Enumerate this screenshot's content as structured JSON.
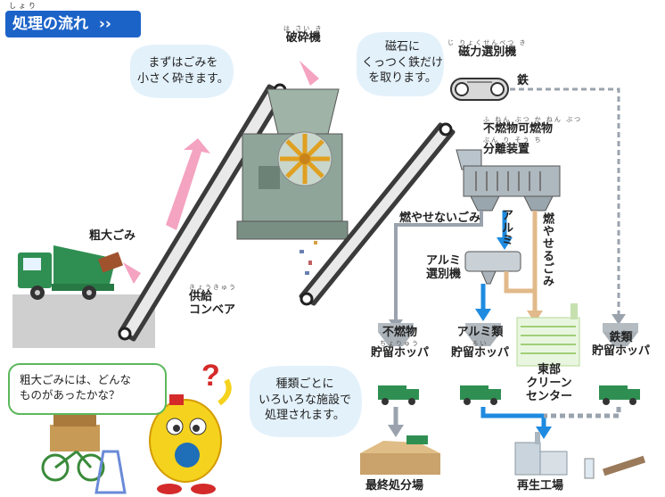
{
  "title": {
    "ruby": "しょり",
    "text": "処理の流れ",
    "arrows": "››"
  },
  "bubbles": {
    "crush": [
      "まずはごみを",
      "小さく砕きます。"
    ],
    "magnet": [
      "磁石に",
      "くっつく鉄だけ",
      "を取ります。"
    ],
    "types": [
      "種類ごとに",
      "いろいろな施設で",
      "処理されます。"
    ],
    "question": [
      "粗大ごみには、どんな",
      "ものがあったかな？"
    ]
  },
  "labels": {
    "crusher": {
      "ruby": "は さい き",
      "text": "破砕機"
    },
    "magnetic": {
      "ruby": "じ りょくせんべつ き",
      "text": "磁力選別機"
    },
    "iron": "鉄",
    "separator": {
      "ruby": "ふ ねん ぶつ か ねん ぶつ",
      "line1": "不燃物可燃物",
      "ruby2": "ぶん り そう ち",
      "line2": "分離装置"
    },
    "oversize": "粗大ごみ",
    "conveyor": {
      "ruby": "きょうきゅう",
      "line1": "供給",
      "line2": "コンベア"
    },
    "nonburn_path": "燃やせないごみ",
    "alumi_path": "アルミ",
    "burn_path": "燃やせるごみ",
    "alumi_sorter": {
      "line1": "アルミ",
      "line2": "選別機"
    },
    "hopper_nonburn": {
      "line1": "不燃物",
      "ruby": "ちょりゅう",
      "line2": "貯留ホッパ"
    },
    "hopper_alumi": {
      "line1": "アルミ類",
      "ruby": "るい",
      "line2": "貯留ホッパ"
    },
    "east_center": {
      "line1": "東部",
      "line2": "クリーン",
      "line3": "センター"
    },
    "hopper_iron": {
      "line1": "鉄類",
      "line2": "貯留ホッパ"
    },
    "landfill": "最終処分場",
    "recycle": "再生工場"
  },
  "colors": {
    "title_bg": "#1c63c8",
    "conveyor": "#3b3b3b",
    "blue_arrow": "#1e8be0",
    "gray_arrow": "#9aa3ad",
    "tan_arrow": "#e2b98a",
    "pink_arrow": "#f4a3c0",
    "machine": "#8fa59a",
    "truck_green": "#2f8f52"
  }
}
